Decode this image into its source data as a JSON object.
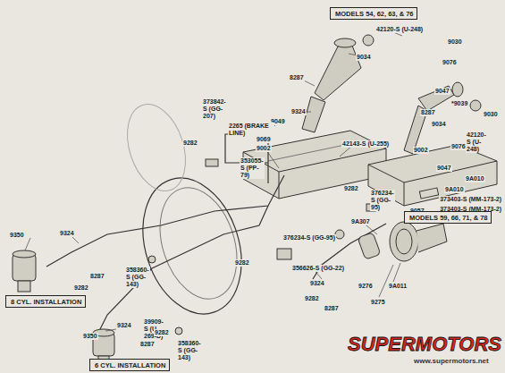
{
  "diagram": {
    "nodes": [
      {
        "text": [
          "MODELS 54, 62, 63, & 76"
        ]
      },
      {
        "text": [
          "MODELS 59, 66, 71, & 78"
        ]
      },
      {
        "text": [
          "8 CYL. INSTALLATION"
        ]
      },
      {
        "text": [
          "6 CYL. INSTALLATION"
        ]
      }
    ],
    "labels": [
      "42120-S (U-248)",
      "9030",
      "9034",
      "9076",
      "8287",
      "9047",
      "9324",
      "8287",
      "*9039",
      "9034",
      "9030",
      "42120-S (U-248)",
      "9076",
      "9047",
      "373842-S (GG-207)",
      "9049",
      "2265 (BRAKE LINE)",
      "9282",
      "9069",
      "9002",
      "353055-S (PP-79)",
      "42143-S (U-255)",
      "9002",
      "9282",
      "376234-S (GG-95)",
      "9057",
      "9A010",
      "9A010",
      "373403-S (MM-173-2)",
      "373403-S (MM-173-2)",
      "9A307",
      "376234-S (GG-95)",
      "9324",
      "9282",
      "8287",
      "9276",
      "9A011",
      "9275",
      "9282",
      "356626-S (GG-22)",
      "9350",
      "9324",
      "8287",
      "358360-S (GG-143)",
      "9282",
      "39909-S (U-269-D)",
      "8287",
      "9324",
      "9350",
      "9282",
      "358360-S (GG-143)",
      "SUPERMOTORS",
      "www.supermotors.net"
    ]
  }
}
